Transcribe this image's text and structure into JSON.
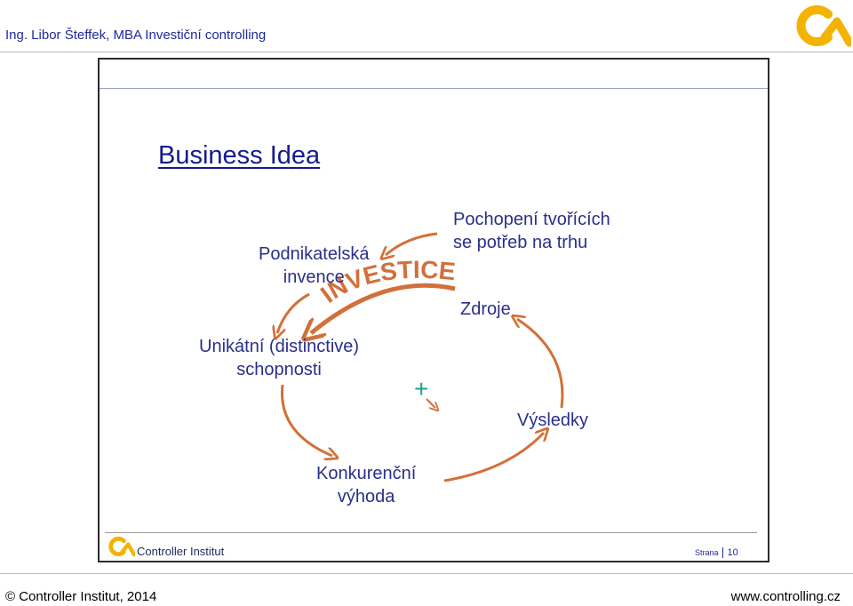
{
  "header": {
    "author": "Ing.  Libor Šteffek, MBA  Investiční controlling"
  },
  "slide": {
    "title": "Business Idea",
    "diagram": {
      "invention": [
        "Podnikatelská",
        "invence"
      ],
      "understanding": [
        "Pochopení tvořících",
        "se potřeb na trhu"
      ],
      "capabilities": [
        "Unikátní (distinctive)",
        "schopnosti"
      ],
      "resources": "Zdroje",
      "plus": "+",
      "results": "Výsledky",
      "advantage": [
        "Konkurenční",
        "výhoda"
      ],
      "investment": "INVESTICE"
    },
    "footer": {
      "brand": "Controller Institut",
      "page_label": "Strana",
      "page_number": "10"
    }
  },
  "footer": {
    "copyright": "© Controller Institut, 2014",
    "website": "www.controlling.cz"
  },
  "colors": {
    "arrow": "#d2703a",
    "text_blue": "#2a2f8a",
    "plus": "#19a394",
    "logo_yellow": "#f3b300"
  }
}
